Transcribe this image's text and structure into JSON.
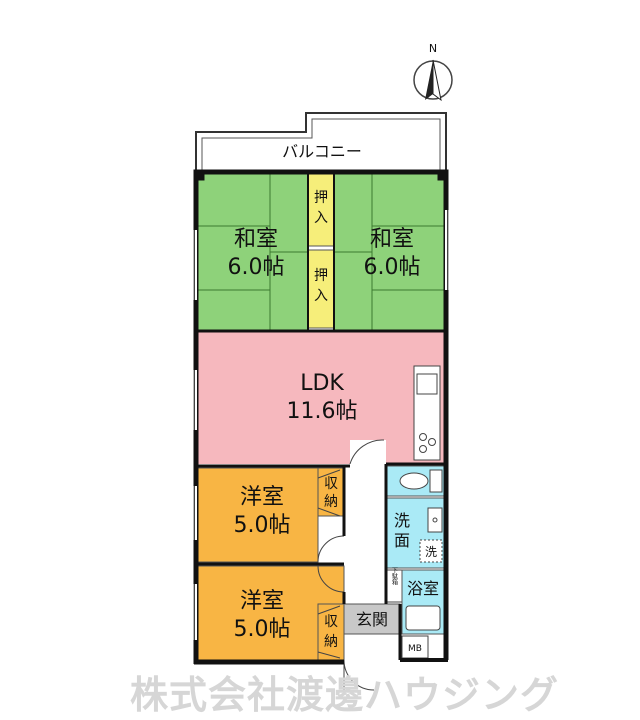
{
  "compass": {
    "north_label": "N"
  },
  "balcony": {
    "label": "バルコニー"
  },
  "rooms": {
    "washitsu_left": {
      "name": "和室",
      "size": "6.0帖"
    },
    "washitsu_right": {
      "name": "和室",
      "size": "6.0帖"
    },
    "ldk": {
      "name": "LDK",
      "size": "11.6帖"
    },
    "youshitsu_upper": {
      "name": "洋室",
      "size": "5.0帖"
    },
    "youshitsu_lower": {
      "name": "洋室",
      "size": "5.0帖"
    }
  },
  "closets": {
    "oshiire_top": "押入",
    "oshiire_bottom": "押入",
    "shuno_upper": "収納",
    "shuno_lower": "収納"
  },
  "wet_area": {
    "washroom": "洗面",
    "washer": "洗",
    "bath": "浴室",
    "shoe_box": "下駄箱"
  },
  "entrance": {
    "label": "玄関"
  },
  "meter_box": {
    "label": "MB"
  },
  "company": {
    "name": "株式会社渡邊ハウジング"
  },
  "colors": {
    "tatami": "#8ed27a",
    "ldk": "#f6b8be",
    "youshitsu": "#f8b544",
    "oshiire": "#f6ee7a",
    "wet": "#aaeaf6",
    "entrance": "#c8c8c8",
    "wall": "#111111"
  }
}
